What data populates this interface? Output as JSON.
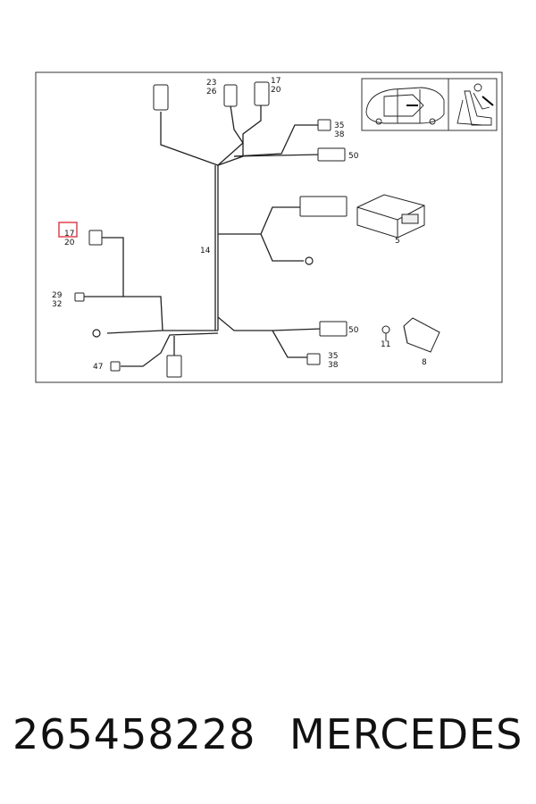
{
  "diagram": {
    "highlight_color": "#e0424f",
    "callouts": {
      "c23": "23",
      "c26": "26",
      "c17_top": "17",
      "c20_top": "20",
      "c35_top": "35",
      "c38_top": "38",
      "c50_top": "50",
      "c14": "14",
      "c5": "5",
      "c17_left": "17",
      "c20_left": "20",
      "c29": "29",
      "c32": "32",
      "c50_bottom": "50",
      "c11": "11",
      "c8": "8",
      "c35_bottom": "35",
      "c38_bottom": "38",
      "c47": "47"
    },
    "inset_icons": [
      "car-top-view-icon",
      "seat-icon"
    ]
  },
  "footer": {
    "part_number": "265458228",
    "brand": "MERCEDES"
  }
}
